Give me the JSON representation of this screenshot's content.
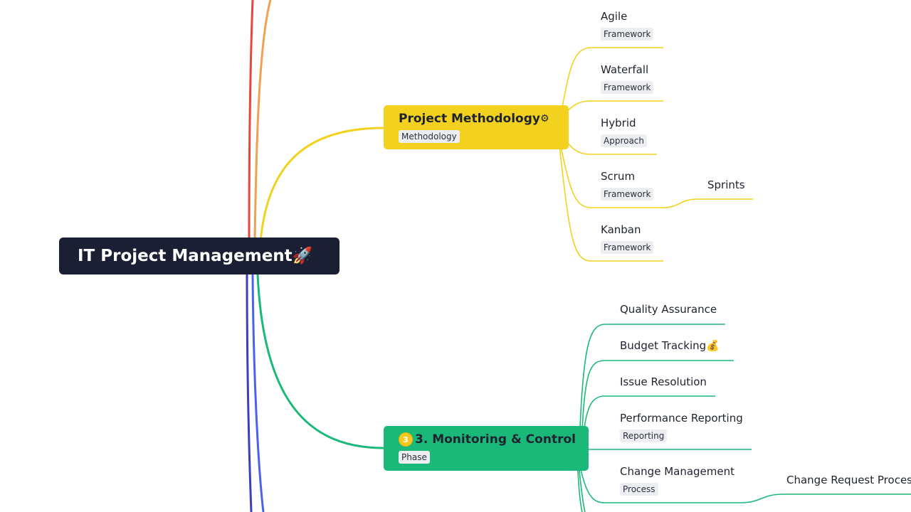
{
  "root": {
    "title": "IT Project Management",
    "emoji": "🚀"
  },
  "branches": {
    "methodology": {
      "title": "Project Methodology",
      "emoji": "⚙",
      "tag": "Methodology",
      "color": "#f2d21e",
      "children": [
        {
          "label": "Agile",
          "tag": "Framework"
        },
        {
          "label": "Waterfall",
          "tag": "Framework"
        },
        {
          "label": "Hybrid",
          "tag": "Approach"
        },
        {
          "label": "Scrum",
          "tag": "Framework",
          "children": [
            {
              "label": "Sprints"
            }
          ]
        },
        {
          "label": "Kanban",
          "tag": "Framework"
        }
      ]
    },
    "monitoring": {
      "badge": "3",
      "title": "3. Monitoring & Control",
      "tag": "Phase",
      "color": "#1bb979",
      "children": [
        {
          "label": "Quality Assurance"
        },
        {
          "label": "Budget Tracking",
          "emoji": "💰"
        },
        {
          "label": "Issue Resolution"
        },
        {
          "label": "Performance Reporting",
          "tag": "Reporting"
        },
        {
          "label": "Change Management",
          "tag": "Process",
          "children": [
            {
              "label": "Change Request Process"
            }
          ]
        }
      ]
    }
  },
  "colors": {
    "root_bg": "#1b1f33",
    "edge_red": "#e8453c",
    "edge_orange": "#f0a050",
    "edge_yellow": "#f2d21e",
    "edge_green": "#1bb979",
    "edge_blue": "#4a63e8",
    "edge_indigo": "#3d3fb8"
  }
}
